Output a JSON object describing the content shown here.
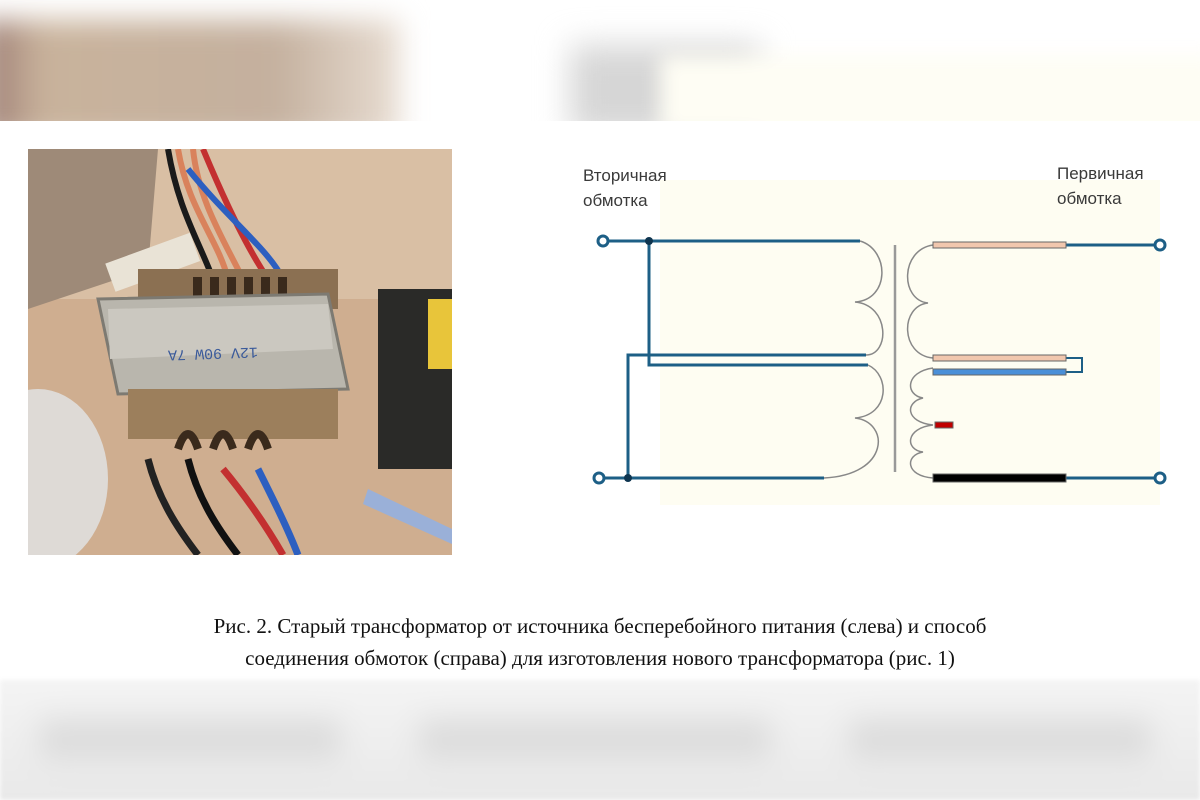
{
  "diagram": {
    "secondary_label_line1": "Вторичная",
    "secondary_label_line2": "обмотка",
    "primary_label_line1": "Первичная",
    "primary_label_line2": "обмотка",
    "colors": {
      "wire": "#1d5f86",
      "peach": "#f1c7ae",
      "blue": "#4a8fd8",
      "red": "#c00000",
      "black": "#000000",
      "background": "#fefdf2"
    }
  },
  "photo": {
    "transformer_label": "12V 90W 7A"
  },
  "caption": {
    "line1": "Рис. 2. Старый трансформатор от источника бесперебойного питания (слева) и способ",
    "line2": "соединения обмоток  (справа) для изготовления нового трансформатора (рис. 1)"
  }
}
